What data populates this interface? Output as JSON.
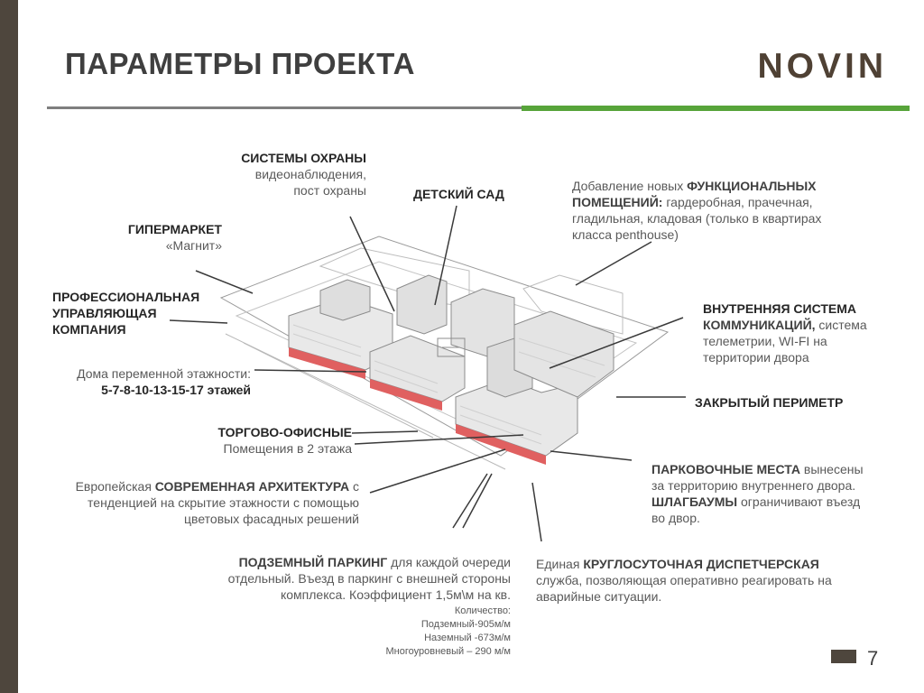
{
  "header": {
    "title": "ПАРАМЕТРЫ ПРОЕКТА",
    "logo": "NOVIN"
  },
  "labels": {
    "security": {
      "title": "СИСТЕМЫ ОХРАНЫ",
      "line1": "видеонаблюдения,",
      "line2": "пост охраны"
    },
    "kindergarten": {
      "title": "ДЕТСКИЙ САД"
    },
    "functional": {
      "pre": "Добавление новых ",
      "bold1": "ФУНКЦИОНАЛЬНЫХ",
      "bold2": "ПОМЕЩЕНИЙ:",
      "rest1": " гардеробная, прачечная,",
      "line3": "гладильная, кладовая (только в квартирах",
      "line4": "класса penthouse)"
    },
    "hypermarket": {
      "title": "ГИПЕРМАРКЕТ",
      "sub": "«Магнит»"
    },
    "management": {
      "line1": "ПРОФЕССИОНАЛЬНАЯ",
      "line2": "УПРАВЛЯЮЩАЯ",
      "line3": "КОМПАНИЯ"
    },
    "internal_comm": {
      "line1": "ВНУТРЕННЯЯ СИСТЕМА",
      "bold2": "КОММУНИКАЦИЙ,",
      "rest2": " система",
      "line3": "телеметрии, WI-FI на",
      "line4": "территории двора"
    },
    "floors": {
      "line1": "Дома переменной этажности:",
      "line2": "5-7-8-10-13-15-17 этажей"
    },
    "perimeter": {
      "title": "ЗАКРЫТЫЙ ПЕРИМЕТР"
    },
    "trade": {
      "title": "ТОРГОВО-ОФИСНЫЕ",
      "sub": "Помещения в 2 этажа"
    },
    "architecture": {
      "pre": "Европейская ",
      "bold": "СОВРЕМЕННАЯ АРХИТЕКТУРА",
      "post": " с",
      "line2": "тенденцией на скрытие этажности с помощью",
      "line3": "цветовых фасадных решений"
    },
    "parking_places": {
      "bold1": "ПАРКОВОЧНЫЕ МЕСТА",
      "rest1": " вынесены",
      "line2": "за территорию внутреннего двора.",
      "bold3": "ШЛАГБАУМЫ",
      "rest3": " ограничивают въезд",
      "line4": "во двор."
    },
    "underground": {
      "bold": "ПОДЗЕМНЫЙ ПАРКИНГ",
      "rest1": " для каждой очереди",
      "line2": "отдельный. Въезд в паркинг с внешней стороны",
      "line3": "комплекса. Коэффициент 1,5м\\м на кв."
    },
    "quantity": {
      "line1": "Количество:",
      "line2": "Подземный-905м/м",
      "line3": "Наземный -673м/м",
      "line4": "Многоуровневый – 290 м/м"
    },
    "dispatch": {
      "pre": "Единая ",
      "bold": "КРУГЛОСУТОЧНАЯ ДИСПЕТЧЕРСКАЯ",
      "line2": "служба, позволяющая оперативно реагировать на",
      "line3": "аварийные ситуации."
    }
  },
  "page": {
    "number": "7"
  },
  "colors": {
    "accent_green": "#57a43a",
    "brand_brown": "#4f4134",
    "facade_red": "#e06060"
  }
}
